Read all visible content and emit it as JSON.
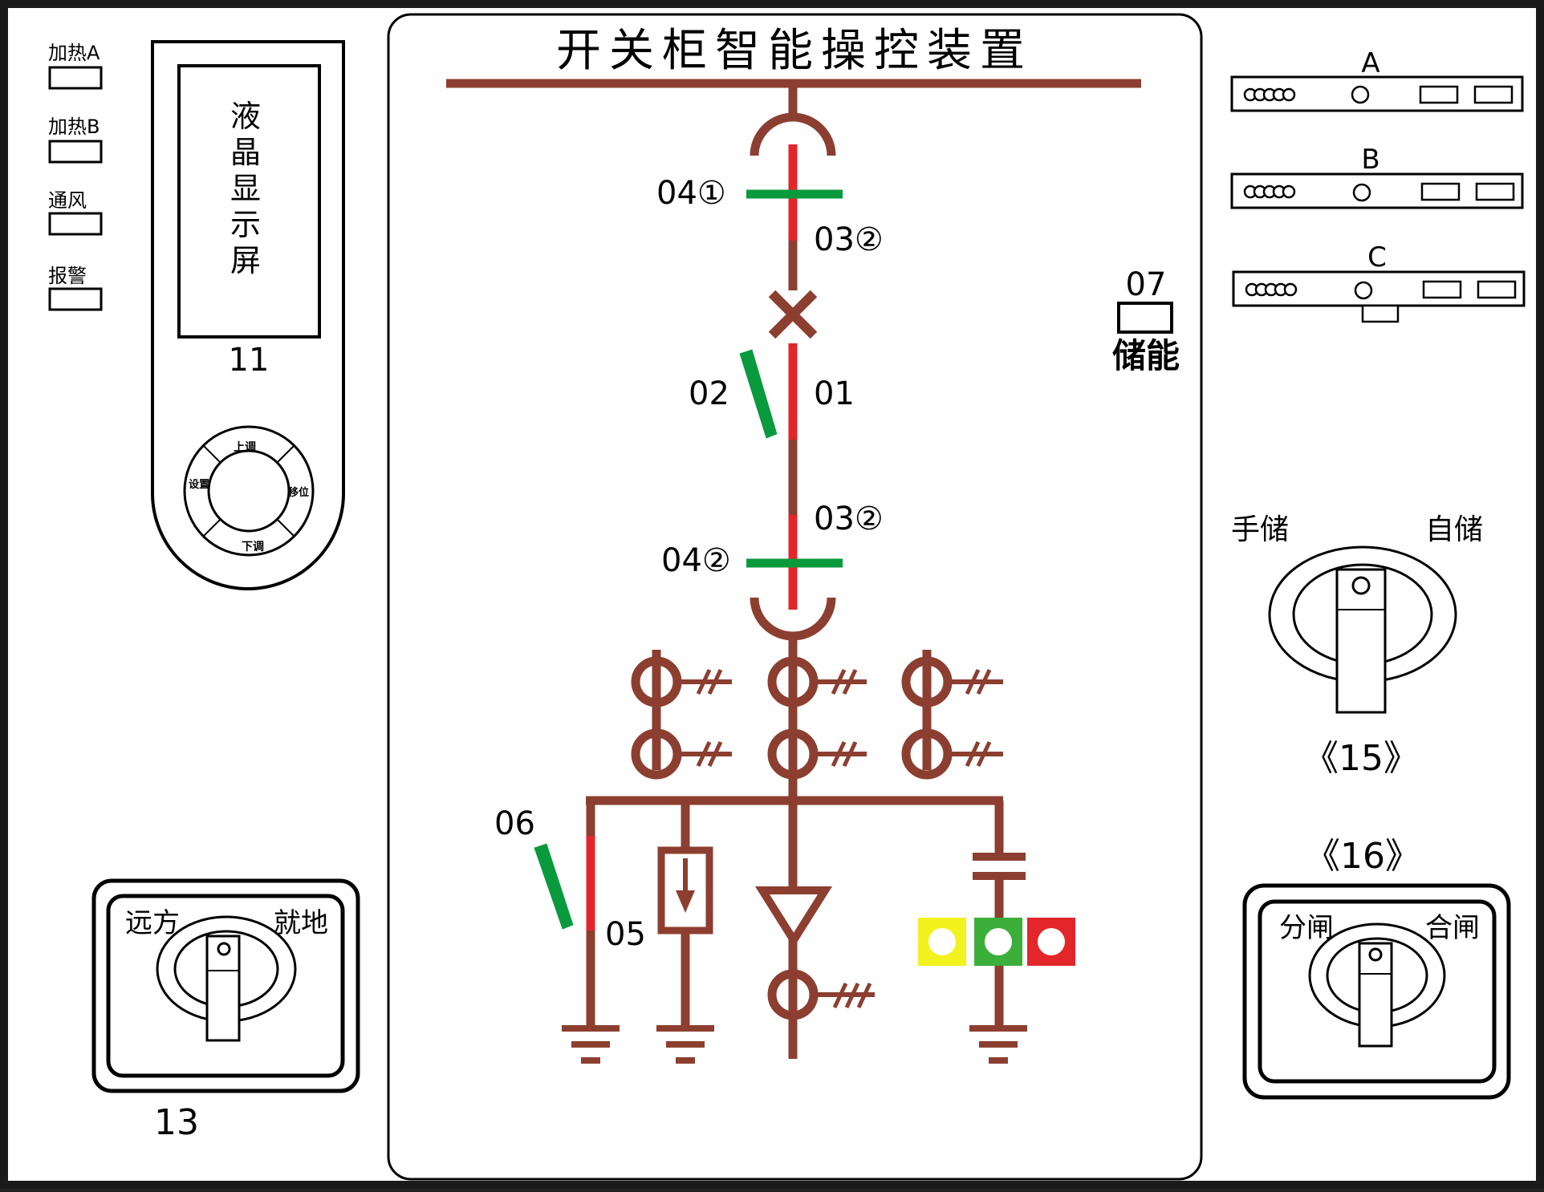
{
  "title": "开关柜智能操控装置",
  "indicators": [
    {
      "label": "加热A"
    },
    {
      "label": "加热B"
    },
    {
      "label": "通风"
    },
    {
      "label": "报警"
    }
  ],
  "lcd": {
    "chars": [
      "液",
      "晶",
      "显",
      "示",
      "屏"
    ],
    "number": "11",
    "keypad": {
      "up": "上调",
      "down": "下调",
      "left": "设置",
      "right": "移位"
    }
  },
  "remote_switch": {
    "left_label": "远方",
    "right_label": "就地",
    "number": "13"
  },
  "diagram_labels": {
    "earth_switch_top": "04①",
    "earth_switch_bottom": "04②",
    "live_top": "03②",
    "live_bottom": "03②",
    "breaker_indicator": "02",
    "breaker": "01",
    "earth_indicator": "06",
    "arrester": "05"
  },
  "status_lights": [
    {
      "name": "yellow",
      "color": "#f2f21f"
    },
    {
      "name": "green",
      "color": "#3cae3a"
    },
    {
      "name": "red",
      "color": "#e2262a"
    }
  ],
  "phase_panels": [
    {
      "label": "A"
    },
    {
      "label": "B"
    },
    {
      "label": "C"
    }
  ],
  "energy_storage": {
    "number": "07",
    "label": "储能"
  },
  "storage_switch": {
    "left_label": "手储",
    "right_label": "自储",
    "number": "《15》"
  },
  "breaker_switch": {
    "number": "《16》",
    "left_label": "分闸",
    "right_label": "合闸"
  },
  "colors": {
    "line": "#8c3f30",
    "red": "#e2262a",
    "green": "#0a9a3e",
    "background": "#ffffff",
    "frame": "#000000"
  }
}
